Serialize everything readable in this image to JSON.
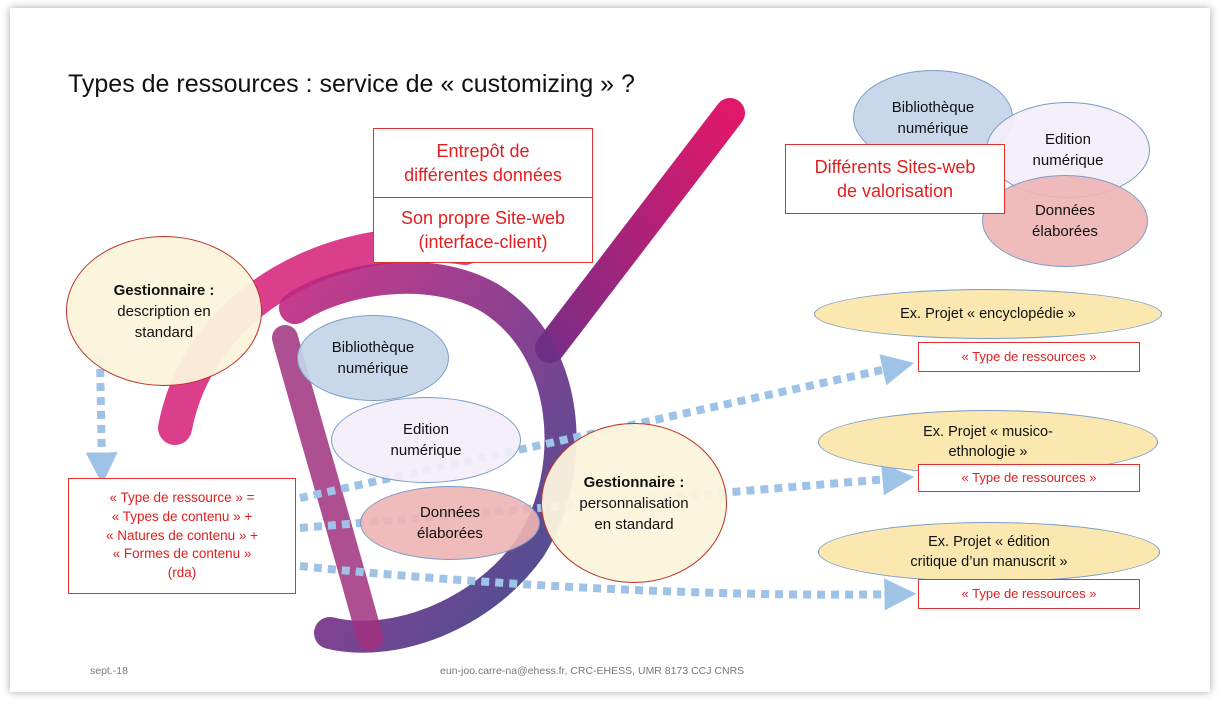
{
  "title": "Types de ressources : service de « customizing » ?",
  "entrepot": {
    "line1": "Entrepôt de",
    "line2": "différentes données"
  },
  "son_site": {
    "line1": "Son propre Site-web",
    "line2": "(interface-client)"
  },
  "sites_web": {
    "line1": "Différents Sites-web",
    "line2": "de valorisation"
  },
  "top_right": {
    "biblio": {
      "line1": "Bibliothèque",
      "line2": "numérique"
    },
    "edition": {
      "line1": "Edition",
      "line2": "numérique"
    },
    "donnees": {
      "line1": "Données",
      "line2": "élaborées"
    }
  },
  "center": {
    "biblio": {
      "line1": "Bibliothèque",
      "line2": "numérique"
    },
    "edition": {
      "line1": "Edition",
      "line2": "numérique"
    },
    "donnees": {
      "line1": "Données",
      "line2": "élaborées"
    }
  },
  "gestionnaire1": {
    "bold": "Gestionnaire :",
    "line1": "description en",
    "line2": "standard"
  },
  "gestionnaire2": {
    "bold": "Gestionnaire :",
    "line1": "personnalisation",
    "line2": "en standard"
  },
  "type_box": {
    "line1": "« Type de ressource » =",
    "line2": "« Types de contenu » +",
    "line3": "« Natures de contenu » +",
    "line4": "« Formes de contenu »",
    "line5": "(rda)"
  },
  "projects": [
    {
      "line1": "Ex. Projet « encyclopédie »",
      "line2": "",
      "type": "« Type de ressources »"
    },
    {
      "line1": "Ex. Projet « musico-",
      "line2": "ethnologie »",
      "type": "« Type de ressources »"
    },
    {
      "line1": "Ex. Projet « édition",
      "line2": "critique d’un manuscrit »",
      "type": "« Type de ressources »"
    }
  ],
  "footer": {
    "date": "sept.-18",
    "credit": "eun-joo.carre-na@ehess.fr, CRC-EHESS, UMR 8173 CCJ CNRS"
  },
  "colors": {
    "accent_red": "#e02020",
    "arrow_blue": "#9ec3e6",
    "logo_pink": "#e0186a",
    "logo_navy": "#2a3f86"
  }
}
